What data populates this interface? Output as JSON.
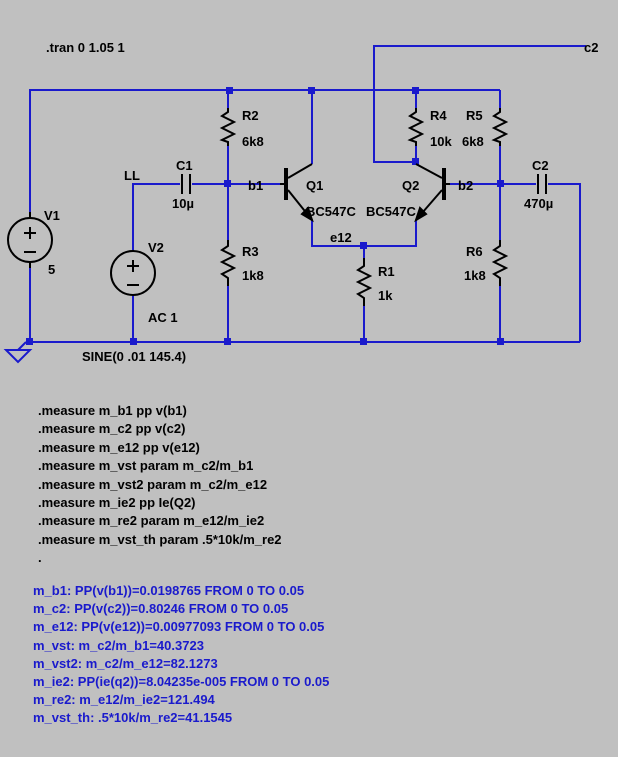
{
  "tran_directive": ".tran 0 1.05 1",
  "colors": {
    "background": "#c0c0c0",
    "wire": "#1a1acc",
    "component": "#000000",
    "result_text": "#1a1acc"
  },
  "net_labels": {
    "c2": "c2",
    "b1": "b1",
    "b2": "b2",
    "e12": "e12",
    "LL": "LL"
  },
  "components": {
    "V1": {
      "name": "V1",
      "value": "5"
    },
    "V2": {
      "name": "V2",
      "value": "AC 1",
      "source": "SINE(0 .01 145.4)"
    },
    "C1": {
      "name": "C1",
      "value": "10µ"
    },
    "C2": {
      "name": "C2",
      "value": "470µ"
    },
    "R1": {
      "name": "R1",
      "value": "1k"
    },
    "R2": {
      "name": "R2",
      "value": "6k8"
    },
    "R3": {
      "name": "R3",
      "value": "1k8"
    },
    "R4": {
      "name": "R4",
      "value": "10k"
    },
    "R5": {
      "name": "R5",
      "value": "6k8"
    },
    "R6": {
      "name": "R6",
      "value": "1k8"
    },
    "Q1": {
      "name": "Q1",
      "model": "BC547C"
    },
    "Q2": {
      "name": "Q2",
      "model": "BC547C"
    }
  },
  "measure_directives": [
    ".measure m_b1 pp v(b1)",
    ".measure m_c2 pp v(c2)",
    ".measure m_e12 pp v(e12)",
    ".measure m_vst param m_c2/m_b1",
    ".measure m_vst2 param m_c2/m_e12",
    ".measure m_ie2 pp Ie(Q2)",
    ".measure m_re2 param m_e12/m_ie2",
    ".measure m_vst_th param .5*10k/m_re2",
    "."
  ],
  "results": [
    "m_b1: PP(v(b1))=0.0198765 FROM 0 TO 0.05",
    "m_c2: PP(v(c2))=0.80246 FROM 0 TO 0.05",
    "m_e12: PP(v(e12))=0.00977093 FROM 0 TO 0.05",
    "m_vst: m_c2/m_b1=40.3723",
    "m_vst2: m_c2/m_e12=82.1273",
    "m_ie2: PP(ie(q2))=8.04235e-005 FROM 0 TO 0.05",
    "m_re2: m_e12/m_ie2=121.494",
    "m_vst_th: .5*10k/m_re2=41.1545"
  ]
}
